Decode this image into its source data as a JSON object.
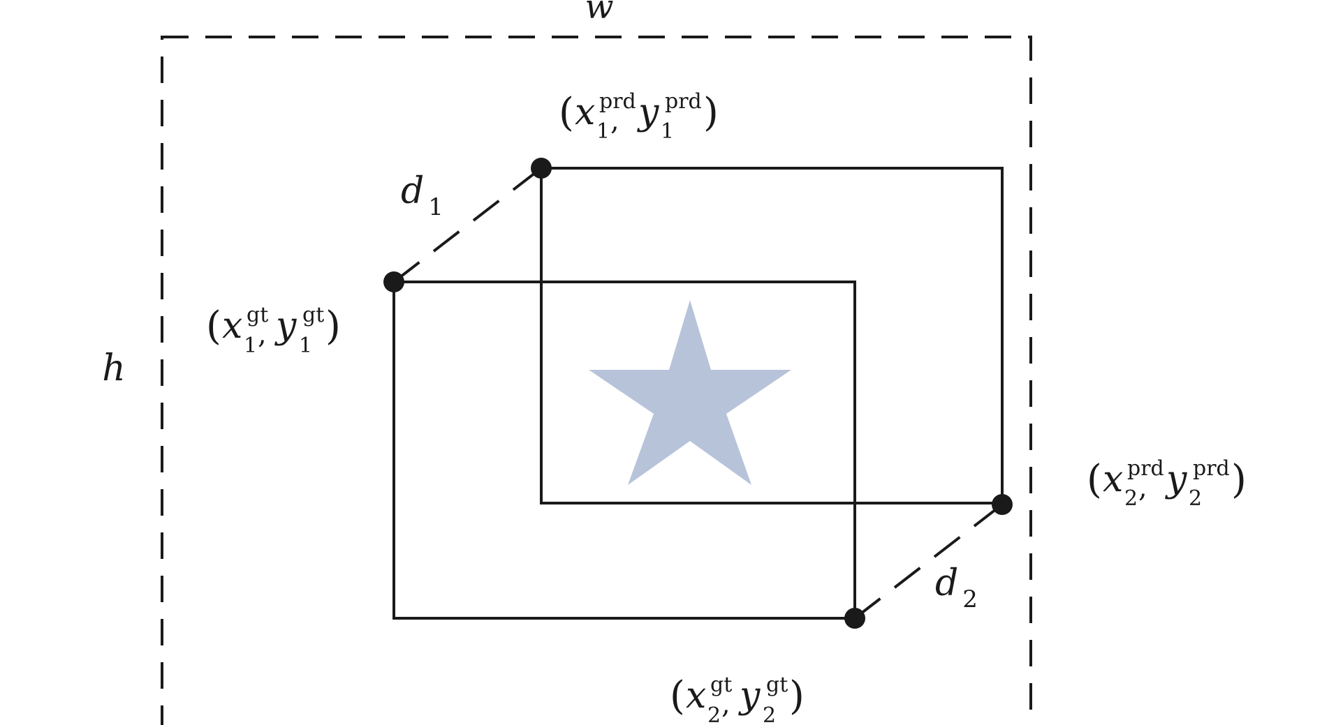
{
  "colors": {
    "line": "#1a1a1a",
    "star": "#b7c3d9",
    "background": "#ffffff"
  },
  "labels": {
    "width": "w",
    "height": "h",
    "d1_letter": "d",
    "d1_sub": "1",
    "d2_letter": "d",
    "d2_sub": "2",
    "paren_open": "(",
    "paren_close": ")",
    "comma": ",",
    "x": "x",
    "y": "y",
    "prd_sup": "prd",
    "gt_sup": "gt",
    "sub_1": "1",
    "sub_2": "2"
  }
}
